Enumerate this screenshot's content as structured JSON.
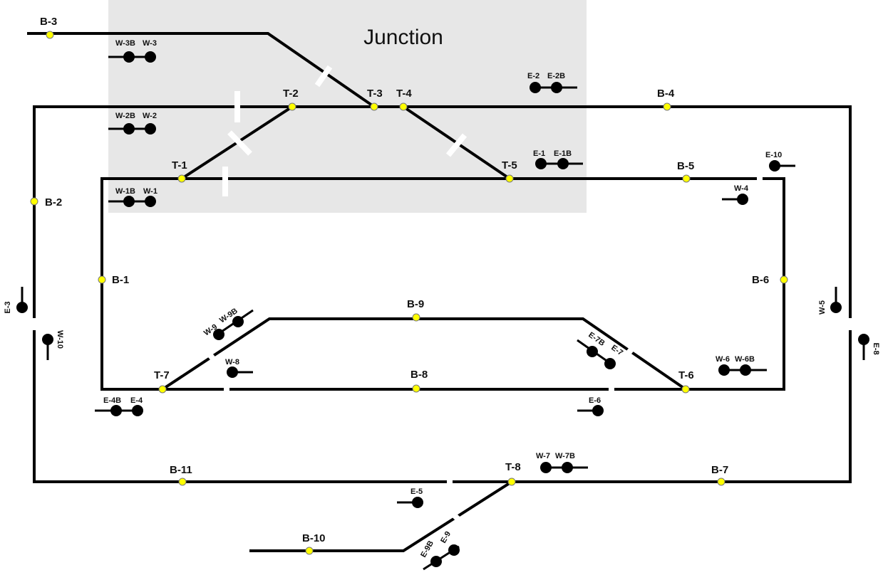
{
  "title": "Junction",
  "blocks": {
    "B1": "B-1",
    "B2": "B-2",
    "B3": "B-3",
    "B4": "B-4",
    "B5": "B-5",
    "B6": "B-6",
    "B7": "B-7",
    "B8": "B-8",
    "B9": "B-9",
    "B10": "B-10",
    "B11": "B-11"
  },
  "turnouts": {
    "T1": "T-1",
    "T2": "T-2",
    "T3": "T-3",
    "T4": "T-4",
    "T5": "T-5",
    "T6": "T-6",
    "T7": "T-7",
    "T8": "T-8"
  },
  "signals": {
    "W3B": "W-3B",
    "W3": "W-3",
    "W2B": "W-2B",
    "W2": "W-2",
    "W1B": "W-1B",
    "W1": "W-1",
    "E2": "E-2",
    "E2B": "E-2B",
    "E1": "E-1",
    "E1B": "E-1B",
    "E10": "E-10",
    "W4": "W-4",
    "E3": "E-3",
    "W10": "W-10",
    "W5": "W-5",
    "E8": "E-8",
    "W9": "W-9",
    "W9B": "W-9B",
    "W8": "W-8",
    "E7B": "E-7B",
    "E7": "E-7",
    "W6": "W-6",
    "W6B": "W-6B",
    "E6": "E-6",
    "E4B": "E-4B",
    "E4": "E-4",
    "W7": "W-7",
    "W7B": "W-7B",
    "E5": "E-5",
    "E9B": "E-9B",
    "E9": "E-9"
  }
}
